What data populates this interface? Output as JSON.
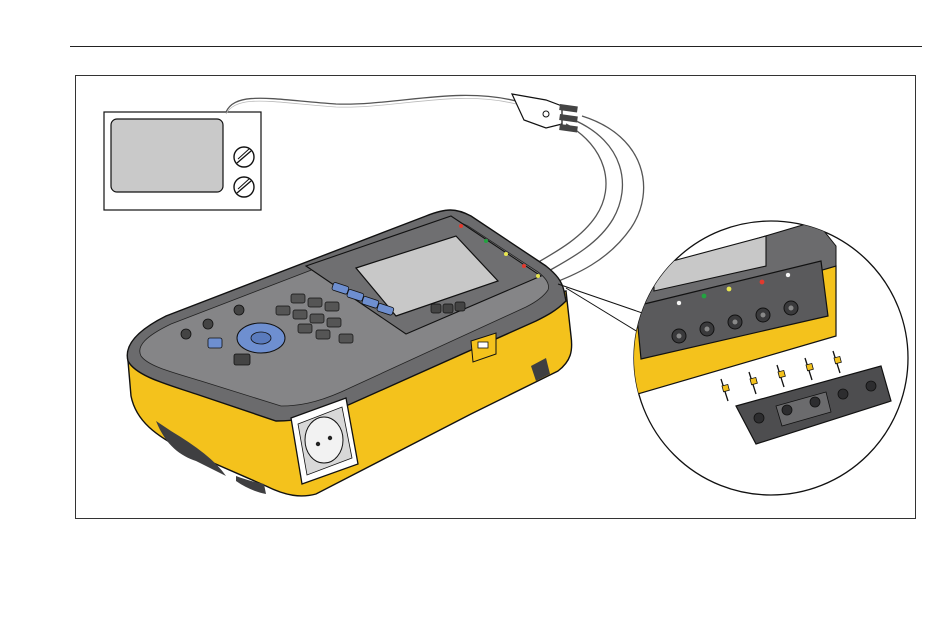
{
  "page": {
    "header_rule": true
  },
  "figure": {
    "colors": {
      "body_yellow": "#f4c21c",
      "body_dark": "#6b6b6d",
      "body_mid": "#858587",
      "screen": "#c8c8c8",
      "keys_blue": "#6e8fd0",
      "outline": "#111111"
    },
    "elements": [
      "medical-device-monitor",
      "lead-cable",
      "safety-analyzer",
      "ecg-jack-row",
      "ecg-adapter",
      "zoom-callout"
    ],
    "jacks": [
      {
        "led": "#f5f5f5"
      },
      {
        "led": "#23a340"
      },
      {
        "led": "#e8e650"
      },
      {
        "led": "#e23a2e"
      },
      {
        "led": "#f5f5f5"
      }
    ]
  }
}
